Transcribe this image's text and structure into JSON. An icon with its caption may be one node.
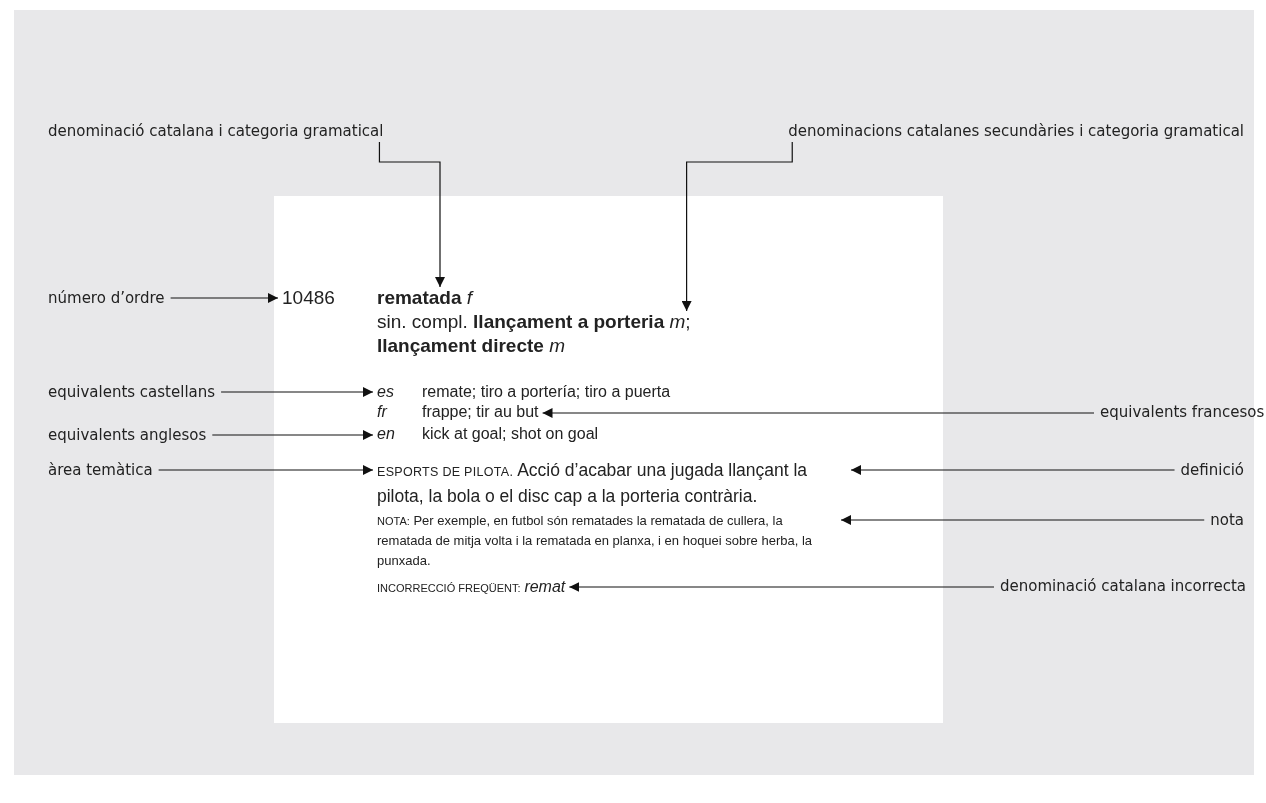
{
  "diagram": {
    "nodes": [
      {
        "text": [],
        "shape": "box"
      },
      {
        "text": [
          "10486"
        ],
        "in": 0
      },
      {
        "text": [
          "**rematada** *f*"
        ],
        "in": 0
      },
      {
        "text": [
          "sin. compl. **llançament a porteria** *m*; **llançament directe** *m*"
        ],
        "in": 0
      },
      {
        "text": [
          "es",
          "remate; tiro a portería; tiro a puerta"
        ],
        "in": 0
      },
      {
        "text": [
          "fr",
          "frappe; tir au but"
        ],
        "in": 0
      },
      {
        "text": [
          "en",
          "kick at goal; shot on goal"
        ],
        "in": 0
      },
      {
        "text": [
          "ESPORTS DE PILOTA.",
          "Acció d’acabar una jugada llançant la pilota, la bola o el disc cap a la porteria contrària."
        ],
        "in": 0
      },
      {
        "text": [
          "NOTA:",
          "Per exemple, en futbol són rematades la rematada de cullera, la rematada de mitja volta i la rematada en planxa, i en hoquei sobre herba, la punxada."
        ],
        "in": 0
      },
      {
        "text": [
          "INCORRECCIÓ FREQÜENT:",
          "remat"
        ],
        "in": 0
      },
      {
        "text": [
          "denominació catalana i categoria gramatical"
        ]
      },
      {
        "text": [
          "denominacions catalanes secundàries i categoria gramatical"
        ]
      },
      {
        "text": [
          "número d’ordre"
        ]
      },
      {
        "text": [
          "equivalents castellans"
        ]
      },
      {
        "text": [
          "equivalents francesos"
        ]
      },
      {
        "text": [
          "equivalents anglesos"
        ]
      },
      {
        "text": [
          "àrea temàtica"
        ]
      },
      {
        "text": [
          "definició"
        ]
      },
      {
        "text": [
          "nota"
        ]
      },
      {
        "text": [
          "denominació catalana incorrecta"
        ]
      }
    ],
    "edges": [
      {
        "from": 10,
        "to": 2,
        "arrow": "to"
      },
      {
        "from": 11,
        "to": 3,
        "arrow": "to"
      },
      {
        "from": 12,
        "to": 1,
        "arrow": "to"
      },
      {
        "from": 13,
        "to": 4,
        "arrow": "to"
      },
      {
        "from": 14,
        "to": 5,
        "arrow": "to"
      },
      {
        "from": 15,
        "to": 6,
        "arrow": "to"
      },
      {
        "from": 16,
        "to": 7,
        "arrow": "to"
      },
      {
        "from": 17,
        "to": 7,
        "arrow": "to"
      },
      {
        "from": 18,
        "to": 8,
        "arrow": "to"
      },
      {
        "from": 19,
        "to": 9,
        "arrow": "to"
      }
    ]
  }
}
